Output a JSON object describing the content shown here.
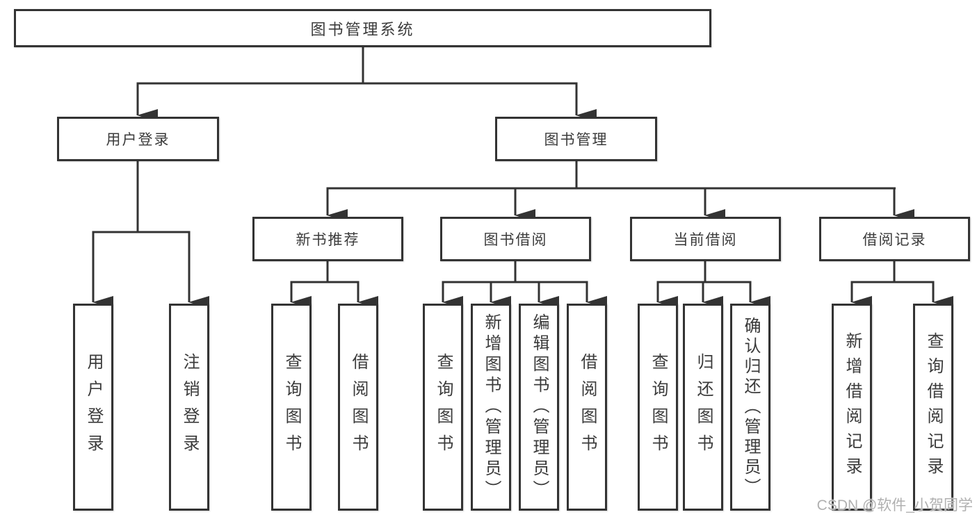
{
  "diagram": {
    "root": "图书管理系统",
    "level2": {
      "user_login": "用户登录",
      "book_management": "图书管理"
    },
    "level3": {
      "new_book_recommend": "新书推荐",
      "book_borrow": "图书借阅",
      "current_borrow": "当前借阅",
      "borrow_records": "借阅记录"
    },
    "leaves": {
      "user_login": [
        "用户登录",
        "注销登录"
      ],
      "new_book_recommend": [
        "查询图书",
        "借阅图书"
      ],
      "book_borrow": [
        "查询图书",
        "新增图书（管理员）",
        "编辑图书（管理员）",
        "借阅图书"
      ],
      "current_borrow": [
        "查询图书",
        "归还图书",
        "确认归还（管理员）"
      ],
      "borrow_records": [
        "新增借阅记录",
        "查询借阅记录"
      ]
    }
  },
  "watermark": "CSDN @软件_小贺同学",
  "colors": {
    "line": "#333333",
    "text": "#3b3b3b",
    "background": "#ffffff",
    "watermark": "#b0b0b0"
  }
}
